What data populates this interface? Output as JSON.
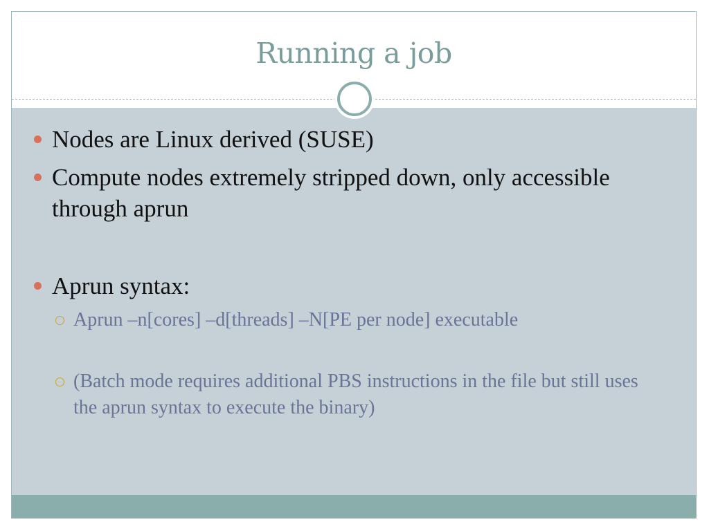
{
  "slide": {
    "title": "Running a job",
    "bullets": [
      {
        "level": 1,
        "text": "Nodes are Linux derived (SUSE)"
      },
      {
        "level": 1,
        "text": "Compute nodes extremely stripped down, only accessible through aprun"
      },
      {
        "level": 1,
        "text": "Aprun syntax:"
      },
      {
        "level": 2,
        "text": "Aprun –n[cores] –d[threads] –N[PE per node] executable"
      },
      {
        "level": 2,
        "text": "(Batch mode requires additional PBS instructions in the file but still uses the aprun syntax to execute the binary)"
      }
    ]
  },
  "theme": {
    "title_color": "#7a9c9b",
    "body_background": "#c5d0d7",
    "footer_color": "#8aaeac",
    "bullet_color_level1": "#d8715c",
    "bullet_color_level2": "#c9a53a",
    "subtext_color": "#6b7396"
  }
}
